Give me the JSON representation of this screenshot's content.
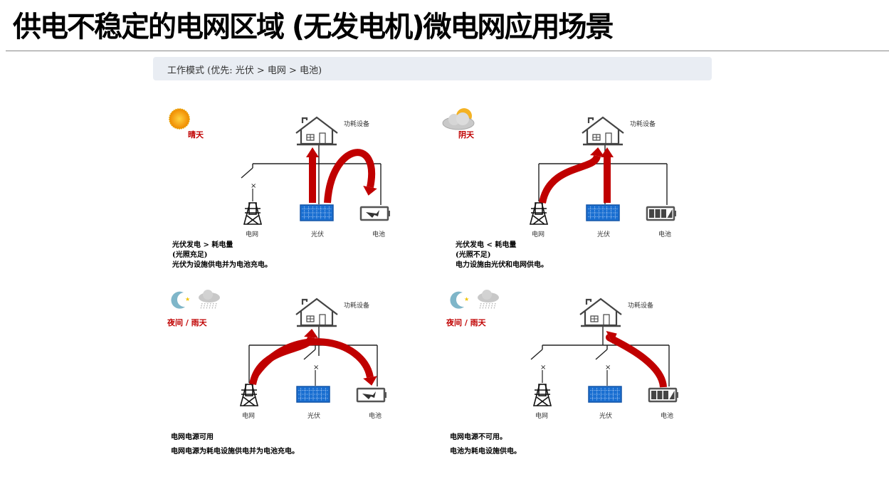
{
  "title": "供电不稳定的电网区域 (无发电机)微电网应用场景",
  "mode_bar": "工作模式 (优先: 光伏 > 电网 > 电池)",
  "colors": {
    "arrow": "#c00000",
    "panel_blue": "#1a6fd1",
    "weather_red": "#c00000",
    "mode_bg": "#e9edf3"
  },
  "labels": {
    "load": "功耗设备",
    "grid": "电网",
    "pv": "光伏",
    "battery": "电池"
  },
  "scenarios": [
    {
      "weather": "晴天",
      "weather_icon": "sun-icon",
      "lines": [
        "光伏发电 > 耗电量",
        "(光照充足)",
        "光伏为设施供电并为电池充电。"
      ],
      "grid_switch": "open",
      "pv_switch": "closed",
      "battery_state": "charging",
      "flows": [
        "pv-to-load",
        "pv-to-battery"
      ]
    },
    {
      "weather": "阴天",
      "weather_icon": "cloudy-sun-icon",
      "lines": [
        "光伏发电 < 耗电量",
        "(光照不足)",
        "电力设施由光伏和电网供电。"
      ],
      "grid_switch": "closed",
      "pv_switch": "closed",
      "battery_state": "full",
      "flows": [
        "grid-to-load",
        "pv-to-load"
      ]
    },
    {
      "weather": "夜间 / 雨天",
      "weather_icon": "moon-rain-icon",
      "lines": [
        "电网电源可用",
        "电网电源为耗电设施供电并为电池充电。"
      ],
      "grid_switch": "closed",
      "pv_switch": "open",
      "battery_state": "charging",
      "flows": [
        "grid-to-load",
        "grid-to-battery"
      ]
    },
    {
      "weather": "夜间 / 雨天",
      "weather_icon": "moon-rain-icon",
      "lines": [
        "电网电源不可用。",
        "电池为耗电设施供电。"
      ],
      "grid_switch": "open",
      "pv_switch": "open",
      "battery_state": "full",
      "flows": [
        "battery-to-load"
      ]
    }
  ]
}
